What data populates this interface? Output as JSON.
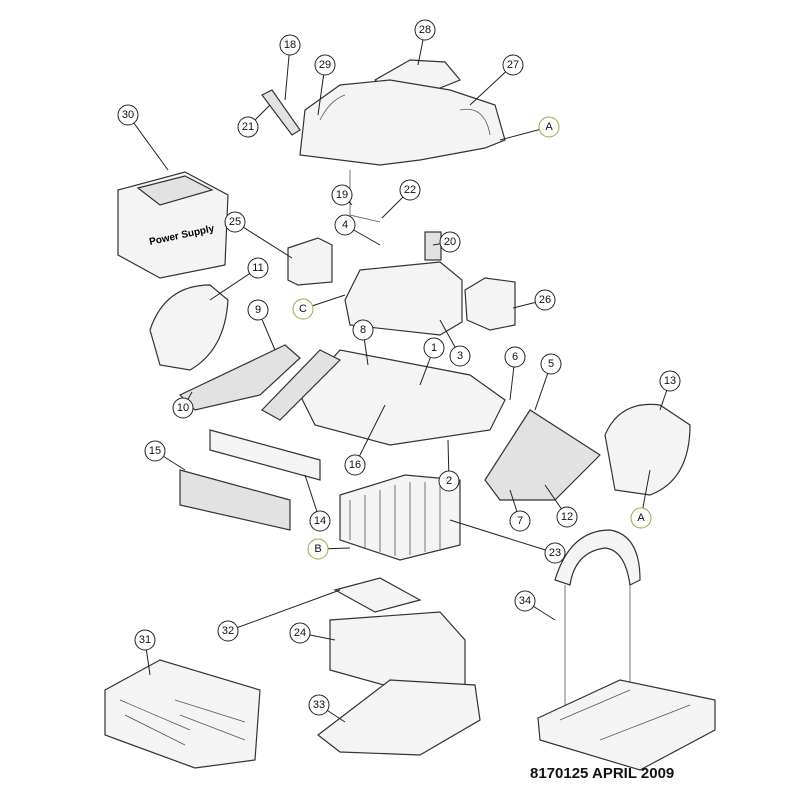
{
  "diagram": {
    "type": "exploded-parts-diagram",
    "callouts": [
      "28",
      "18",
      "29",
      "27",
      "30",
      "21",
      "A",
      "19",
      "22",
      "4",
      "20",
      "25",
      "26",
      "11",
      "C",
      "8",
      "9",
      "3",
      "1",
      "6",
      "5",
      "13",
      "10",
      "16",
      "15",
      "2",
      "14",
      "7",
      "12",
      "A",
      "23",
      "B",
      "34",
      "32",
      "24",
      "31",
      "33"
    ],
    "part_labels": {
      "power_supply": "Power Supply"
    }
  },
  "footer": {
    "doc_code": "8170125 APRIL 2009"
  }
}
